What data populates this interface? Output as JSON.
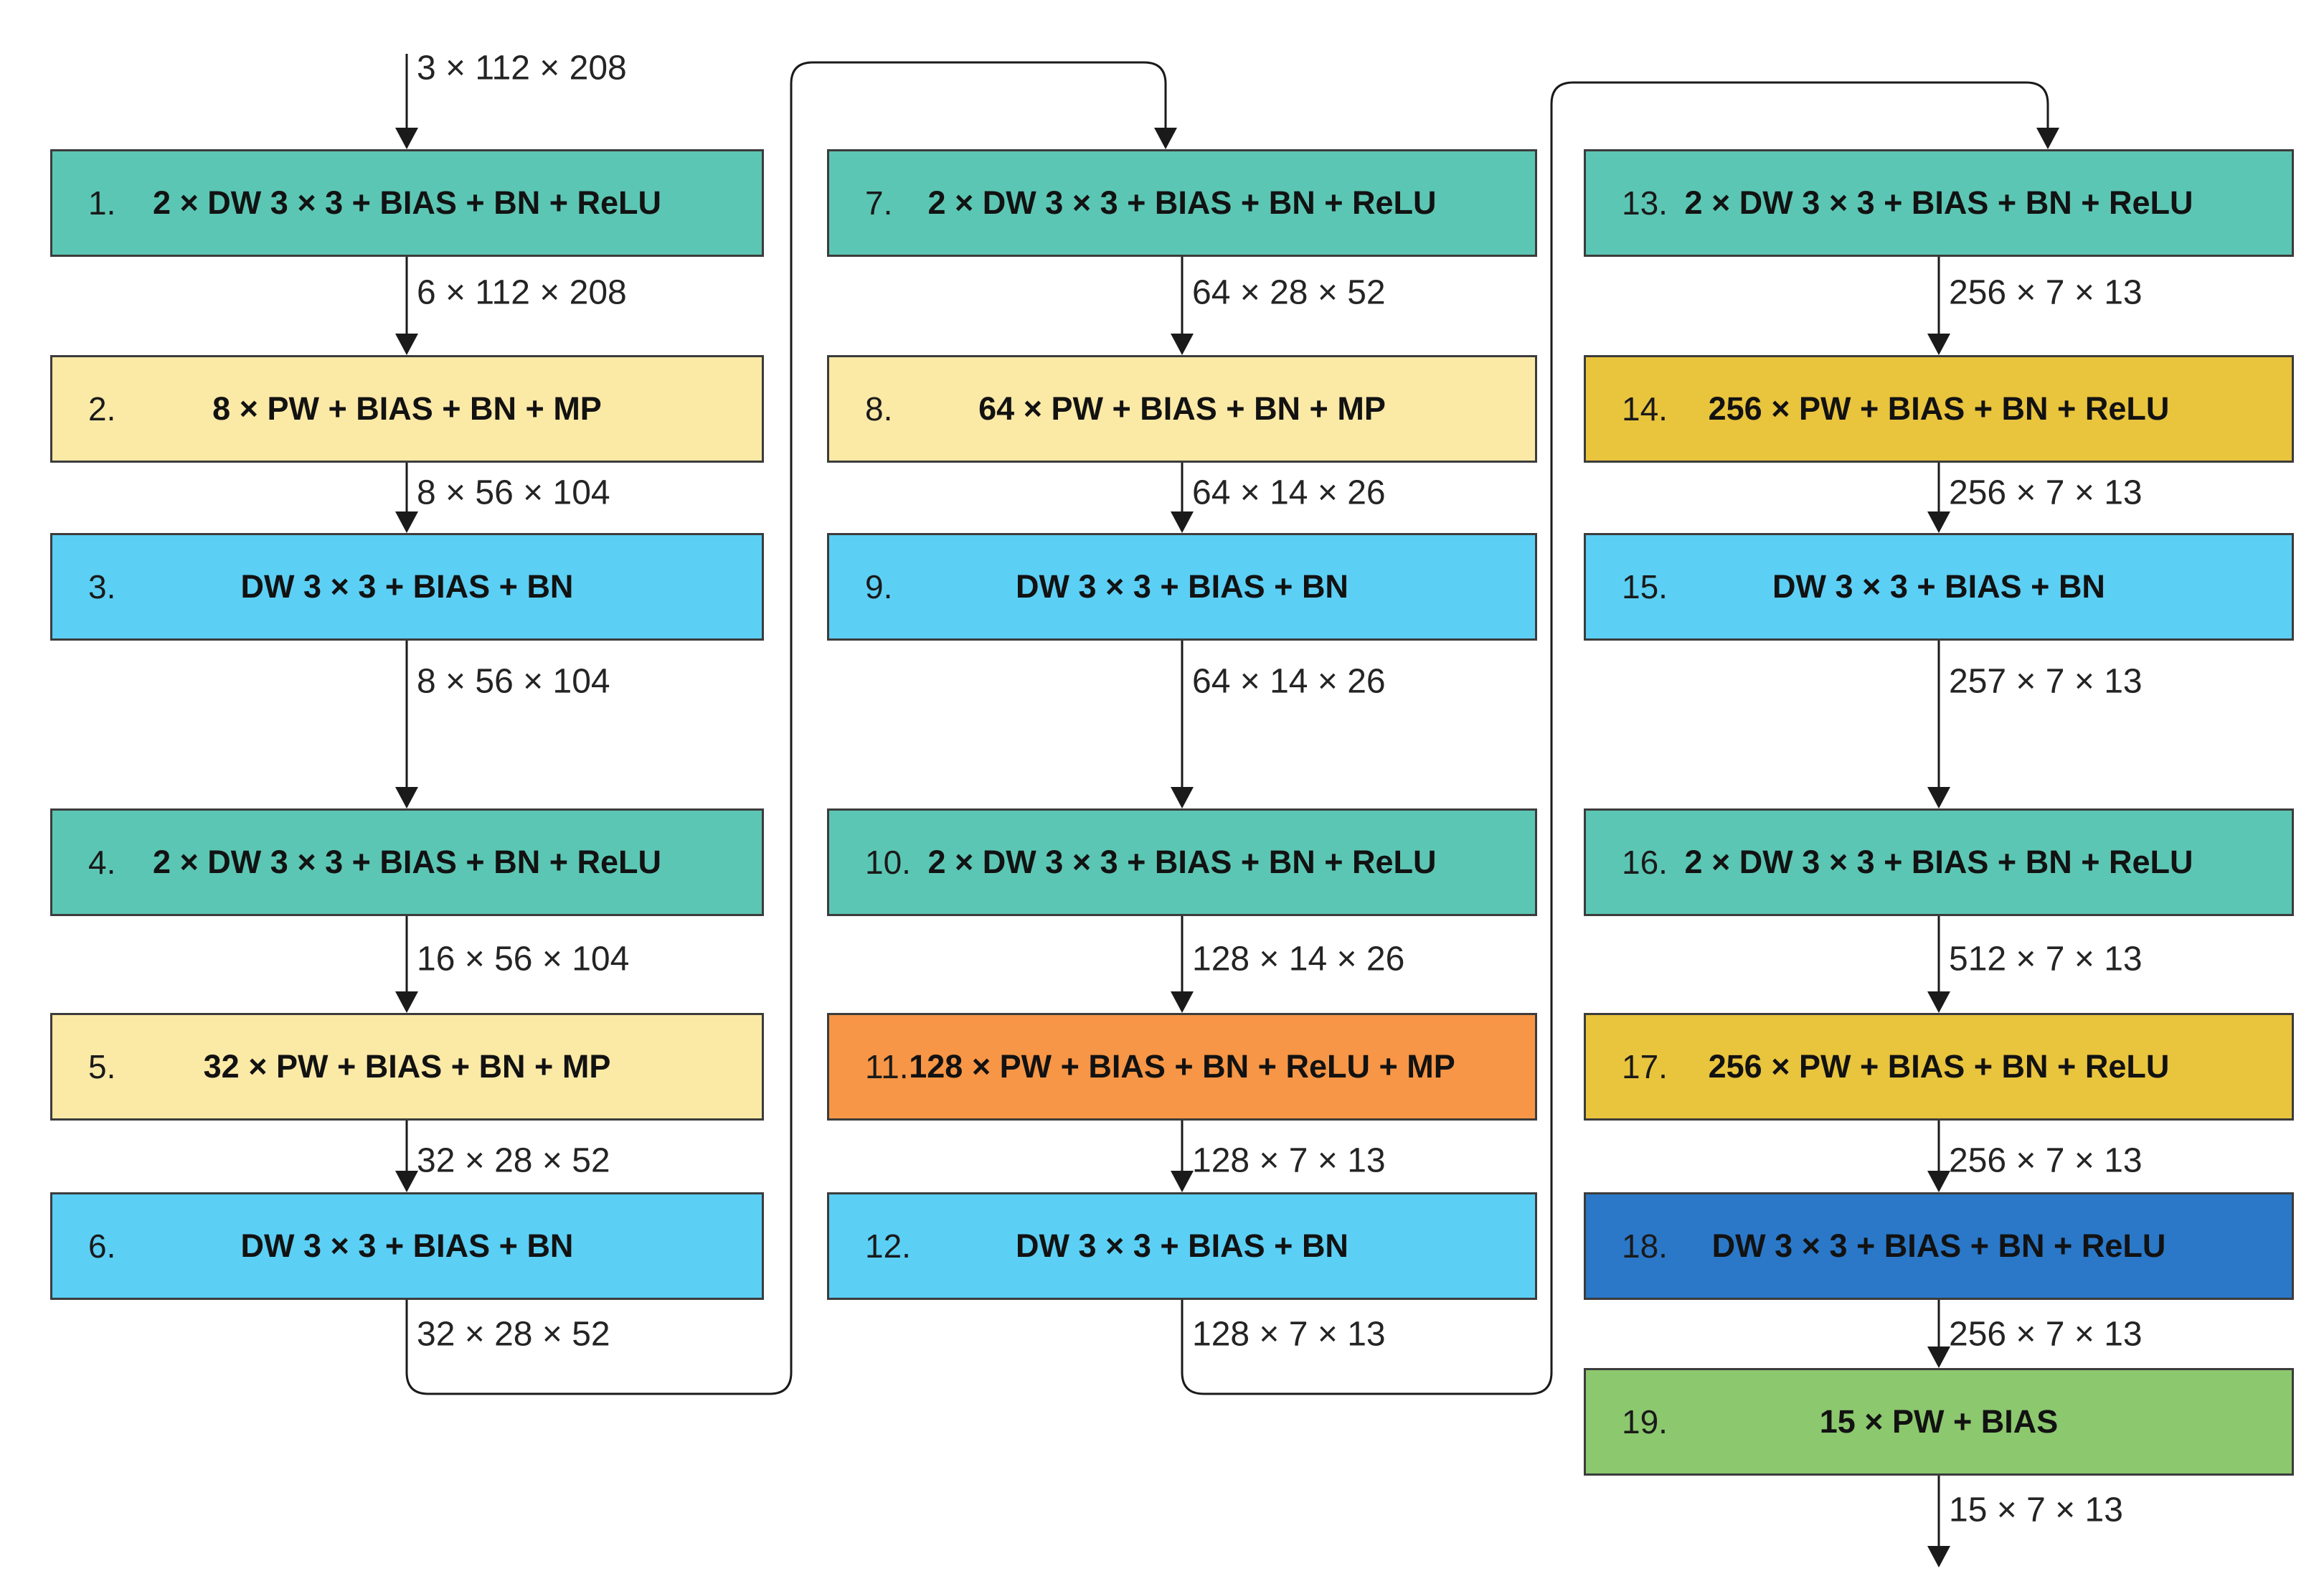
{
  "palette": {
    "teal": "#5CC6B4",
    "pale_yellow": "#FBE9A6",
    "sky_blue": "#5CCFF5",
    "orange": "#F79646",
    "gold": "#E9C43D",
    "blue": "#2B78C8",
    "green": "#8CC86E",
    "line": "#1a1a1a",
    "box_border": "#3c3c3c",
    "background": "#ffffff"
  },
  "columns": [
    {
      "boxes": [
        {
          "num": "1.",
          "label": "2 × DW 3 × 3 + BIAS + BN + ReLU",
          "color": "teal"
        },
        {
          "num": "2.",
          "label": "8 × PW + BIAS + BN + MP",
          "color": "pale_yellow"
        },
        {
          "num": "3.",
          "label": "DW 3 × 3 + BIAS + BN",
          "color": "sky_blue"
        },
        {
          "num": "4.",
          "label": "2 × DW 3 × 3 + BIAS + BN + ReLU",
          "color": "teal"
        },
        {
          "num": "5.",
          "label": "32 × PW + BIAS + BN + MP",
          "color": "pale_yellow"
        },
        {
          "num": "6.",
          "label": "DW 3 × 3 + BIAS + BN",
          "color": "sky_blue"
        }
      ],
      "labels": [
        "3 × 112 × 208",
        "6 × 112 × 208",
        "8 × 56 × 104",
        "8 × 56 × 104",
        "16 × 56 × 104",
        "32 × 28 × 52",
        "32 × 28 × 52"
      ]
    },
    {
      "boxes": [
        {
          "num": "7.",
          "label": "2 × DW 3 × 3 + BIAS + BN + ReLU",
          "color": "teal"
        },
        {
          "num": "8.",
          "label": "64 × PW + BIAS + BN + MP",
          "color": "pale_yellow"
        },
        {
          "num": "9.",
          "label": "DW 3 × 3 + BIAS + BN",
          "color": "sky_blue"
        },
        {
          "num": "10.",
          "label": "2 × DW 3 × 3 + BIAS + BN + ReLU",
          "color": "teal"
        },
        {
          "num": "11.",
          "label": "128 × PW + BIAS + BN + ReLU + MP",
          "color": "orange"
        },
        {
          "num": "12.",
          "label": "DW 3 × 3 + BIAS + BN",
          "color": "sky_blue"
        }
      ],
      "labels": [
        "64 × 28 × 52",
        "64 × 14 × 26",
        "64 × 14 × 26",
        "128 × 14 × 26",
        "128 × 7 × 13",
        "128 × 7 × 13"
      ]
    },
    {
      "boxes": [
        {
          "num": "13.",
          "label": "2 × DW 3 × 3 + BIAS + BN + ReLU",
          "color": "teal"
        },
        {
          "num": "14.",
          "label": "256 × PW + BIAS + BN + ReLU",
          "color": "gold"
        },
        {
          "num": "15.",
          "label": "DW 3 × 3 + BIAS + BN",
          "color": "sky_blue"
        },
        {
          "num": "16.",
          "label": "2 × DW 3 × 3 + BIAS + BN + ReLU",
          "color": "teal"
        },
        {
          "num": "17.",
          "label": "256 × PW + BIAS + BN + ReLU",
          "color": "gold"
        },
        {
          "num": "18.",
          "label": "DW 3 × 3 + BIAS + BN + ReLU",
          "color": "blue"
        },
        {
          "num": "19.",
          "label": "15 × PW + BIAS",
          "color": "green"
        }
      ],
      "labels": [
        "256 × 7 × 13",
        "256 × 7 × 13",
        "257 × 7 × 13",
        "512 × 7 × 13",
        "256 × 7 × 13",
        "256 × 7 × 13",
        "15 × 7 × 13"
      ]
    }
  ]
}
